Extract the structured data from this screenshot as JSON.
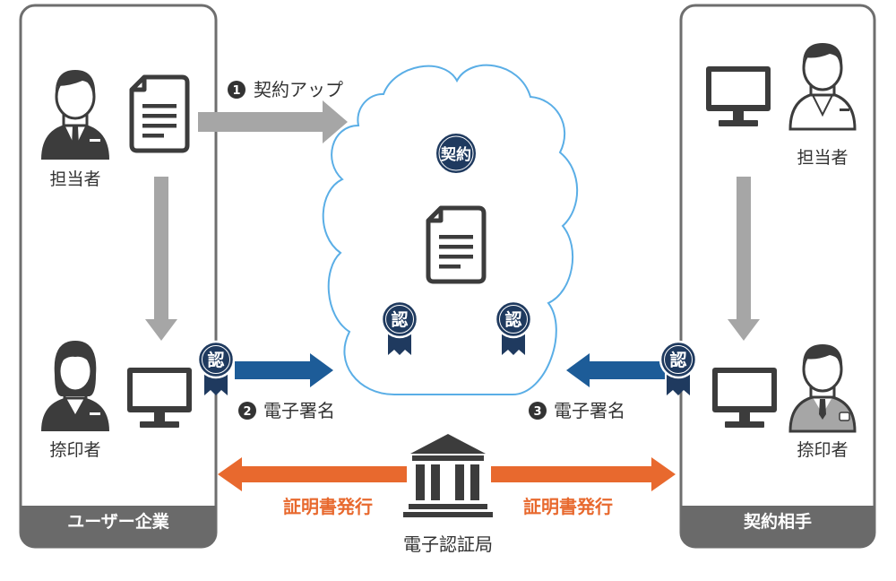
{
  "user_company": {
    "label": "ユーザー企業",
    "person_top": "担当者",
    "person_bottom": "捺印者"
  },
  "partner": {
    "label": "契約相手",
    "person_top": "担当者",
    "person_bottom": "捺印者"
  },
  "steps": {
    "step1": {
      "num": "1",
      "label": "契約アップ"
    },
    "step2": {
      "num": "2",
      "label": "電子署名"
    },
    "step3": {
      "num": "3",
      "label": "電子署名"
    }
  },
  "cloud": {
    "contract_badge": "契約",
    "seal_text": "認"
  },
  "seal_text": "認",
  "authority": {
    "label": "電子認証局",
    "issue_left": "証明書発行",
    "issue_right": "証明書発行"
  },
  "colors": {
    "panel_border": "#6e6e6e",
    "panel_footer": "#6a6a6a",
    "gray_arrow": "#a6a6a6",
    "blue_arrow": "#1d5c98",
    "orange_arrow": "#e8692e",
    "cloud_outline": "#5aaee6",
    "badge_navy": "#1f3a5f",
    "icon_dark": "#3c3c3c"
  }
}
